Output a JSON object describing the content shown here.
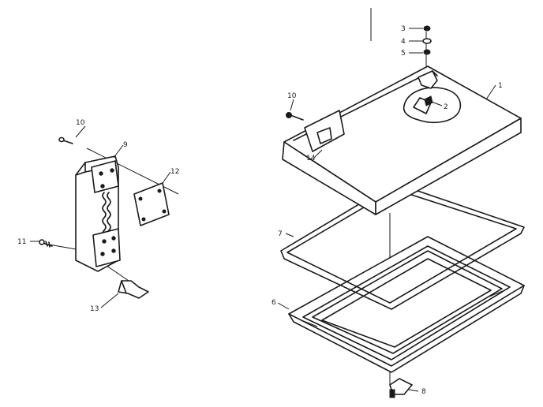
{
  "diagram": {
    "parts": [
      {
        "id": "p1",
        "label": "1"
      },
      {
        "id": "p2",
        "label": "2"
      },
      {
        "id": "p3",
        "label": "3"
      },
      {
        "id": "p4",
        "label": "4"
      },
      {
        "id": "p5",
        "label": "5"
      },
      {
        "id": "p6",
        "label": "6"
      },
      {
        "id": "p7",
        "label": "7"
      },
      {
        "id": "p8",
        "label": "8"
      },
      {
        "id": "p9",
        "label": "9"
      },
      {
        "id": "p10a",
        "label": "10"
      },
      {
        "id": "p10b",
        "label": "10"
      },
      {
        "id": "p11",
        "label": "11"
      },
      {
        "id": "p12",
        "label": "12"
      },
      {
        "id": "p13",
        "label": "13"
      },
      {
        "id": "p14",
        "label": "14"
      }
    ]
  }
}
